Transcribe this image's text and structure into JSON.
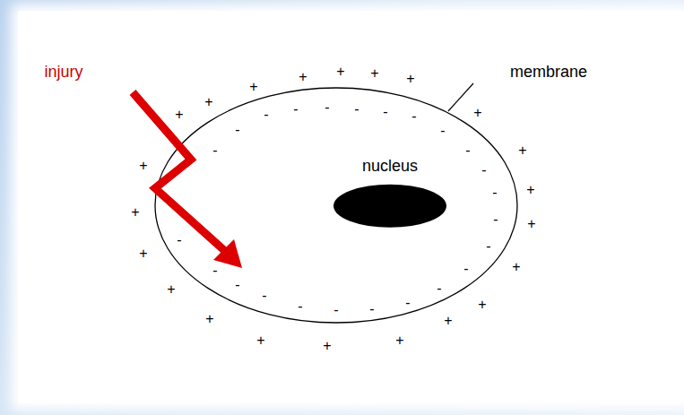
{
  "diagram": {
    "nodes": [
      {
        "text": [
          "nucleus"
        ]
      }
    ],
    "labels": [
      "injury",
      "membrane",
      "+",
      "+",
      "+",
      "+",
      "+",
      "+",
      "+",
      "+",
      "+",
      "+",
      "+",
      "+",
      "+",
      "+",
      "+",
      "+",
      "+",
      "+",
      "+",
      "+",
      "+",
      "+",
      "-",
      "-",
      "-",
      "-",
      "-",
      "-",
      "-",
      "-",
      "-",
      "-",
      "-",
      "-",
      "-",
      "-",
      "-",
      "-",
      "-",
      "-",
      "-",
      "-",
      "-",
      "-",
      "-",
      "-"
    ]
  }
}
